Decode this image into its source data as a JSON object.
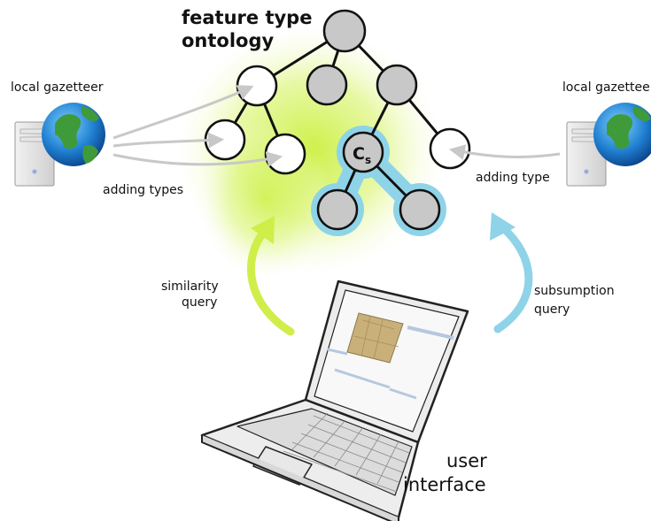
{
  "title_line1": "feature type",
  "title_line2": "ontology",
  "left_source": {
    "label": "local gazetteer",
    "arrow_label": "adding types"
  },
  "right_source": {
    "label": "local gazetteer",
    "arrow_label": "adding type"
  },
  "highlighted_node": {
    "symbol": "C",
    "subscript": "s"
  },
  "left_query": {
    "line1": "similarity",
    "line2": "query"
  },
  "right_query": {
    "line1": "subsumption",
    "line2": "query"
  },
  "client_line1": "user",
  "client_line2": "interface",
  "colors": {
    "node_fill_gray": "#c8c8c8",
    "node_fill_white": "#ffffff",
    "similarity_highlight": "#d4f07a",
    "subsumption_highlight": "#8fd3e8",
    "import_arrow": "#c8c8c8"
  }
}
